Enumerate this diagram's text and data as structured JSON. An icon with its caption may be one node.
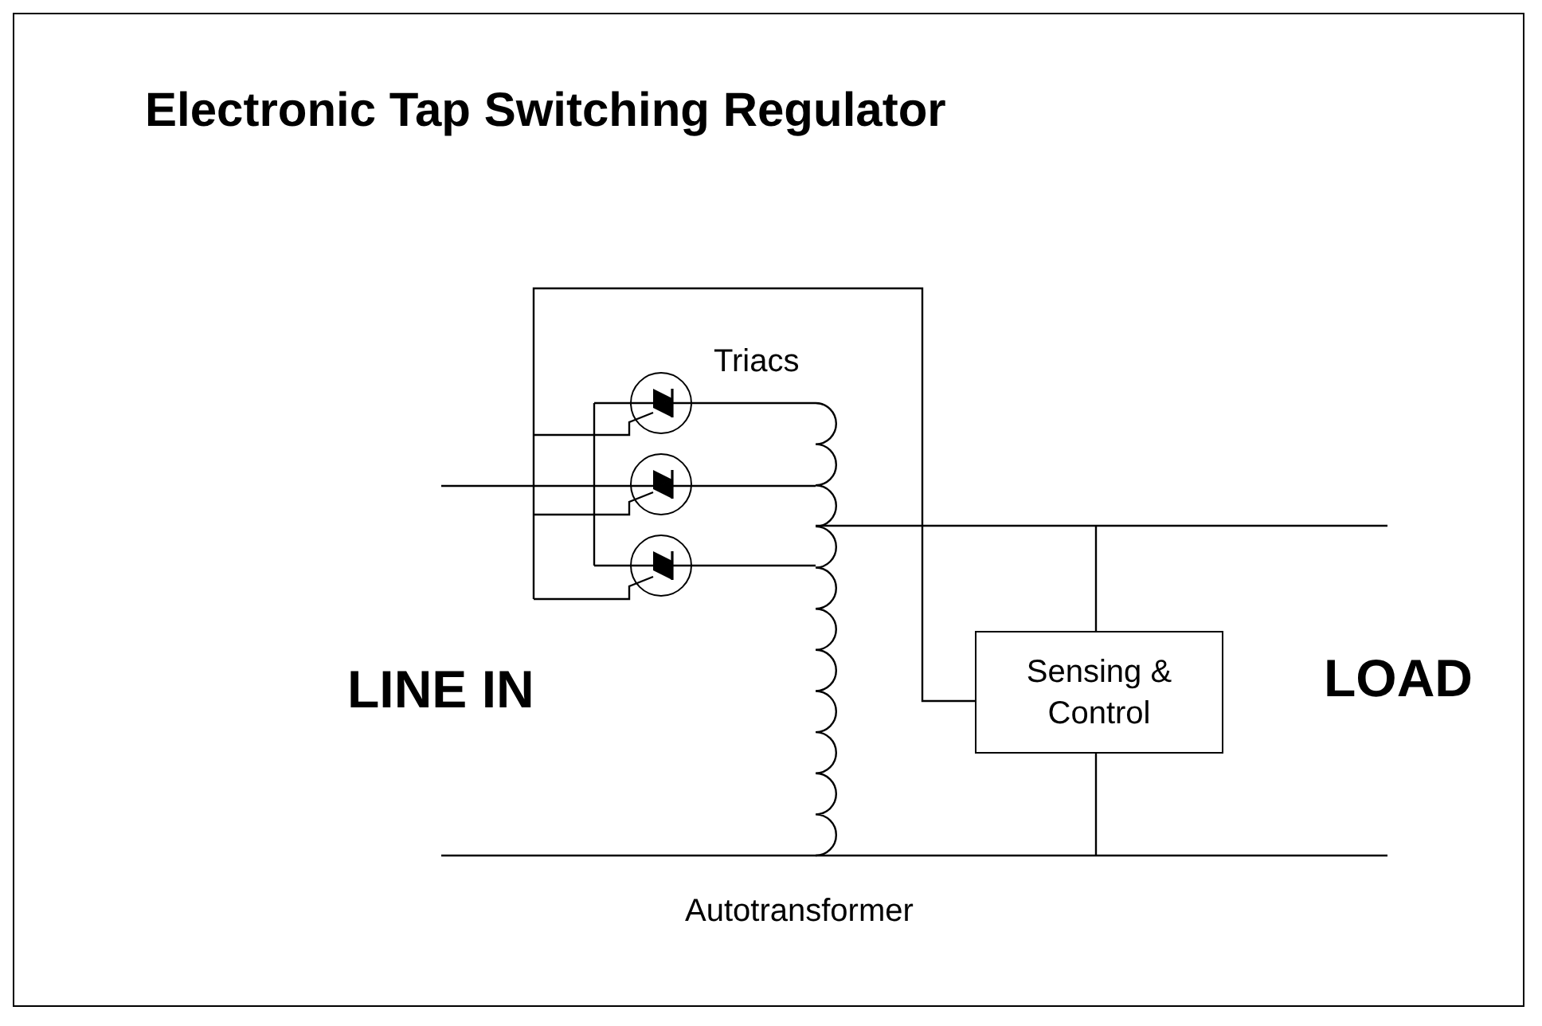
{
  "diagram": {
    "title": "Electronic Tap Switching Regulator",
    "nodes": [
      {
        "text": [
          "Sensing & Control"
        ]
      }
    ],
    "labels": [
      "Triacs",
      "LINE IN",
      "LOAD",
      "Autotransformer"
    ]
  }
}
